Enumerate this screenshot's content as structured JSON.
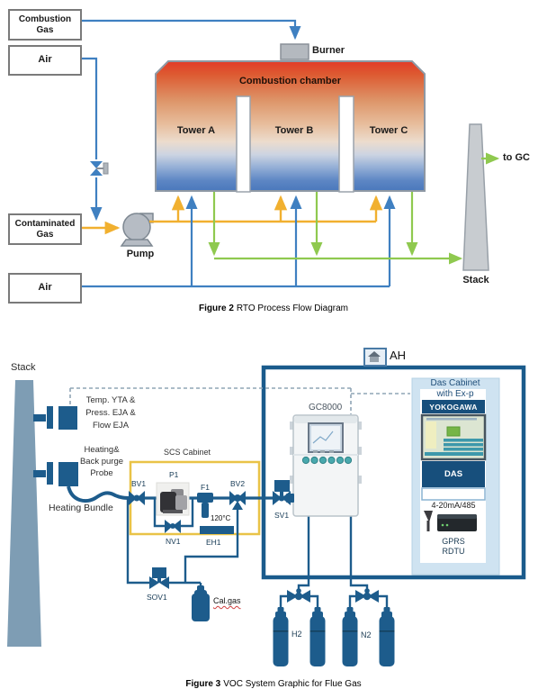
{
  "colors": {
    "line_blue": "#3f80c1",
    "line_yellow": "#f1b02f",
    "line_green": "#8fc94f",
    "pipe_navy": "#1d5c8c",
    "cabinet_yellow": "#e9c347",
    "banner_navy": "#174f7c"
  },
  "figure2": {
    "boxes": {
      "combustion_gas": "Combustion\nGas",
      "air_top": "Air",
      "contaminated_gas": "Contaminated\nGas",
      "air_bottom": "Air"
    },
    "labels": {
      "burner": "Burner",
      "combustion_chamber": "Combustion chamber",
      "tower_a": "Tower A",
      "tower_b": "Tower B",
      "tower_c": "Tower C",
      "pump": "Pump",
      "stack": "Stack",
      "to_gc": "to GC"
    },
    "caption_label": "Figure 2",
    "caption_text": "RTO Process Flow Diagram"
  },
  "figure3": {
    "stack_label": "Stack",
    "transmitters_label": "Temp. YTA &\nPress. EJA  &\nFlow EJA",
    "probe_label": "Heating&\nBack purge\nProbe",
    "heating_bundle_label": "Heating Bundle",
    "scs_cabinet_label": "SCS Cabinet",
    "valves": {
      "bv1": "BV1",
      "p1": "P1",
      "f1": "F1",
      "bv2": "BV2",
      "nv1": "NV1",
      "eh1": "EH1",
      "sv1": "SV1",
      "sov1": "SOV1"
    },
    "temp_label": "120°C",
    "cal_gas_label": "Cal.gas",
    "gc_label": "GC8000",
    "ah_label": "AH",
    "das_cabinet_title": "Das Cabinet\nwith Ex-p",
    "yokogawa_label": "YOKOGAWA",
    "das_label": "DAS",
    "signal_label": "4-20mA/485",
    "gprs_label": "GPRS\nRDTU",
    "h2_label": "H2",
    "n2_label": "N2",
    "caption_label": "Figure 3",
    "caption_text": "VOC System Graphic for Flue Gas"
  }
}
